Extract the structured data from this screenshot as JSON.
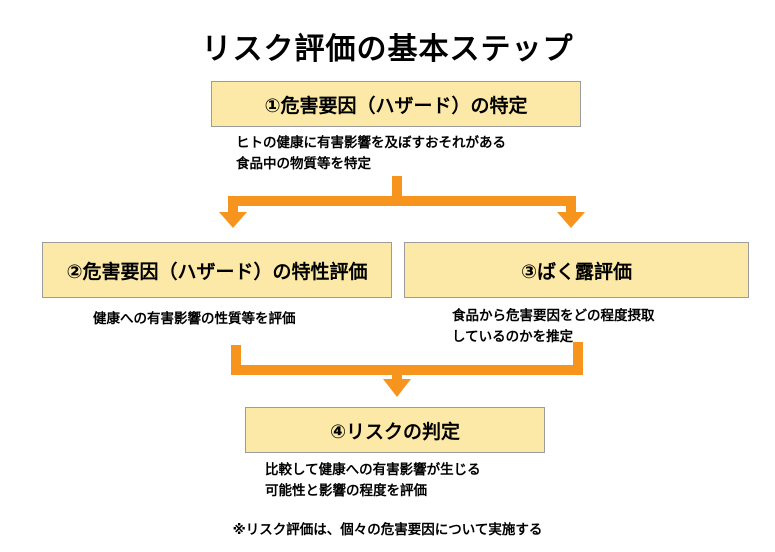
{
  "title": "リスク評価の基本ステップ",
  "steps": [
    {
      "label": "①危害要因（ハザード）の特定",
      "desc": [
        "ヒトの健康に有害影響を及ぼすおそれがある",
        "食品中の物質等を特定"
      ]
    },
    {
      "label": "②危害要因（ハザード）の特性評価",
      "desc": [
        "健康への有害影響の性質等を評価"
      ]
    },
    {
      "label": "③ばく露評価",
      "desc": [
        "食品から危害要因をどの程度摂取",
        "しているのかを推定"
      ]
    },
    {
      "label": "④リスクの判定",
      "desc": [
        "比較して健康への有害影響が生じる",
        "可能性と影響の程度を評価"
      ]
    }
  ],
  "note": "※リスク評価は、個々の危害要因について実施する",
  "colors": {
    "box_fill": "#fde9a7",
    "arrow": "#f7941d",
    "box_border": "#9c9c9c"
  }
}
